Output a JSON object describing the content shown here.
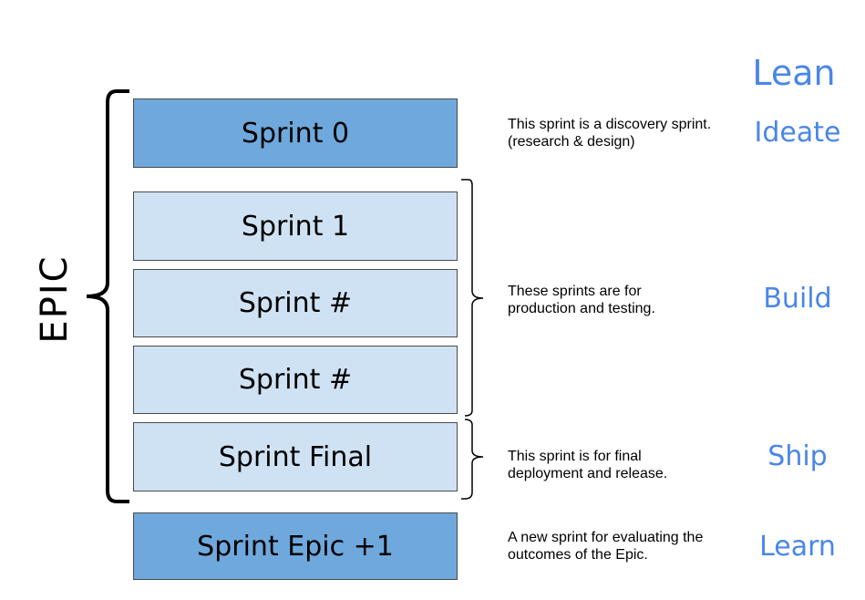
{
  "sprints": [
    {
      "label": "Sprint 0",
      "style": "dark"
    },
    {
      "label": "Sprint 1",
      "style": "light"
    },
    {
      "label": "Sprint #",
      "style": "light"
    },
    {
      "label": "Sprint #",
      "style": "light"
    },
    {
      "label": "Sprint Final",
      "style": "light"
    },
    {
      "label": "Sprint Epic +1",
      "style": "dark"
    }
  ],
  "descriptions": [
    "This sprint is a discovery sprint. (research & design)",
    "These sprints are for production and testing.",
    "This sprint is for final deployment and release.",
    "A new sprint for evaluating the outcomes of the Epic."
  ],
  "phases": {
    "heading": "Lean",
    "ideate": "Ideate",
    "build": "Build",
    "ship": "Ship",
    "learn": "Learn"
  },
  "epic_label": "EPIC",
  "colors": {
    "dark_box": "#6fa8dc",
    "light_box": "#cfe2f3",
    "phase_text": "#4a86e8"
  }
}
